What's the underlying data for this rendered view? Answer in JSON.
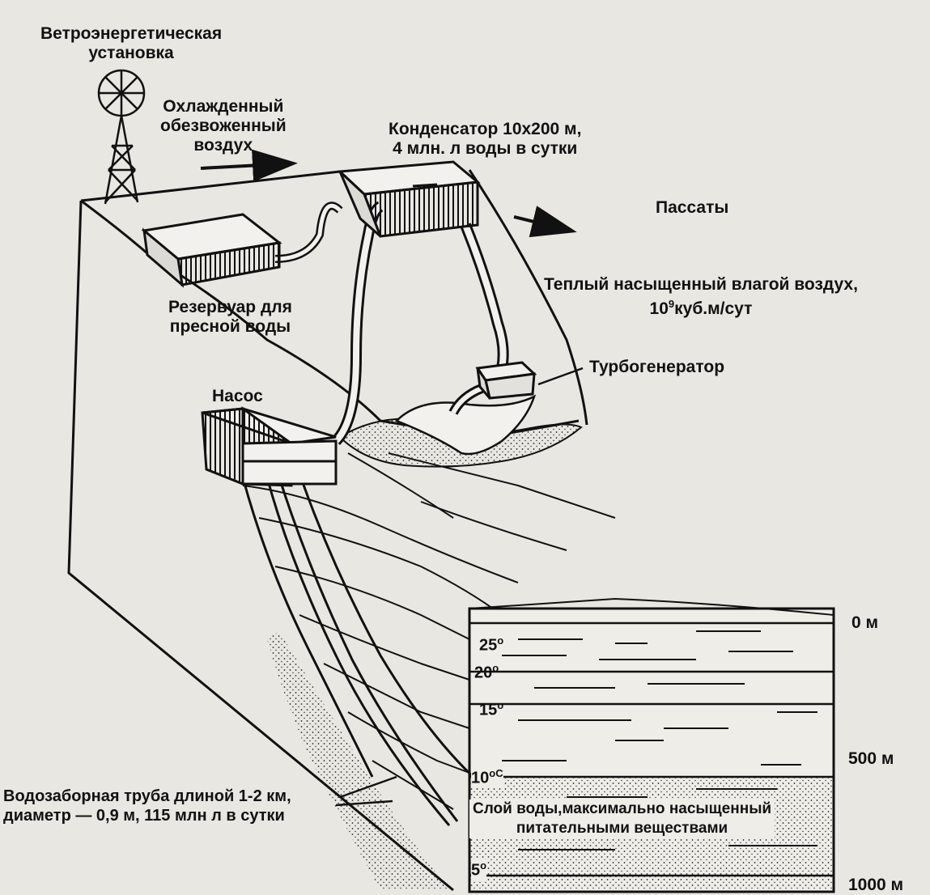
{
  "labels": {
    "wind_turbine_line1": "Ветроэнергетическая",
    "wind_turbine_line2": "установка",
    "cooled_air_line1": "Охлажденный",
    "cooled_air_line2": "обезвоженный",
    "cooled_air_line3": "воздух",
    "condenser_line1": "Конденсатор 10х200 м,",
    "condenser_line2": "4 млн. л воды в сутки",
    "trade_winds": "Пассаты",
    "warm_air_line1": "Теплый насыщенный влагой воздух,",
    "warm_air_line2_base": "10",
    "warm_air_line2_sup": "9",
    "warm_air_line2_rest": "куб.м/сут",
    "reservoir_line1": "Резервуар для",
    "reservoir_line2": "пресной воды",
    "turbogenerator": "Турбогенератор",
    "pump": "Насос",
    "intake_pipe_line1": "Водозаборная труба длиной 1-2 км,",
    "intake_pipe_line2": "диаметр — 0,9 м, 115 млн  л в сутки",
    "nutrient_layer_line1": "Слой воды,максимально насыщенный",
    "nutrient_layer_line2": "питательными веществами"
  },
  "temperatures": [
    {
      "value": "25",
      "unit": "o"
    },
    {
      "value": "20",
      "unit": "o"
    },
    {
      "value": "15",
      "unit": "o"
    },
    {
      "value": "10",
      "unit": "oC"
    },
    {
      "value": "5",
      "unit": "o"
    }
  ],
  "depths": [
    "0 м",
    "500 м",
    "1000 м"
  ],
  "colors": {
    "ink": "#111111",
    "paper": "#e9e7e2"
  }
}
